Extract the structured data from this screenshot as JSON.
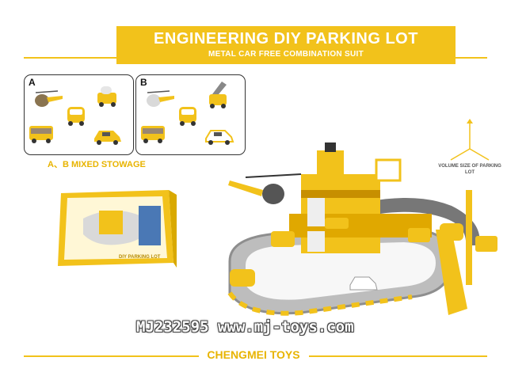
{
  "banner": {
    "title": "ENGINEERING DIY PARKING LOT",
    "subtitle": "METAL CAR FREE COMBINATION SUIT"
  },
  "panels": [
    {
      "label": "A"
    },
    {
      "label": "B"
    }
  ],
  "mixed_label": "A、B MIXED STOWAGE",
  "box_text": "DIY PARKING LOT",
  "volume_label": "VOLUME SIZE OF PARKING LOT",
  "watermark": "MJ232595 www.mj-toys.com",
  "footer": "CHENGMEI TOYS",
  "colors": {
    "brand": "#f2c21b",
    "accent": "#e8b400",
    "road": "#8e8e8e"
  }
}
